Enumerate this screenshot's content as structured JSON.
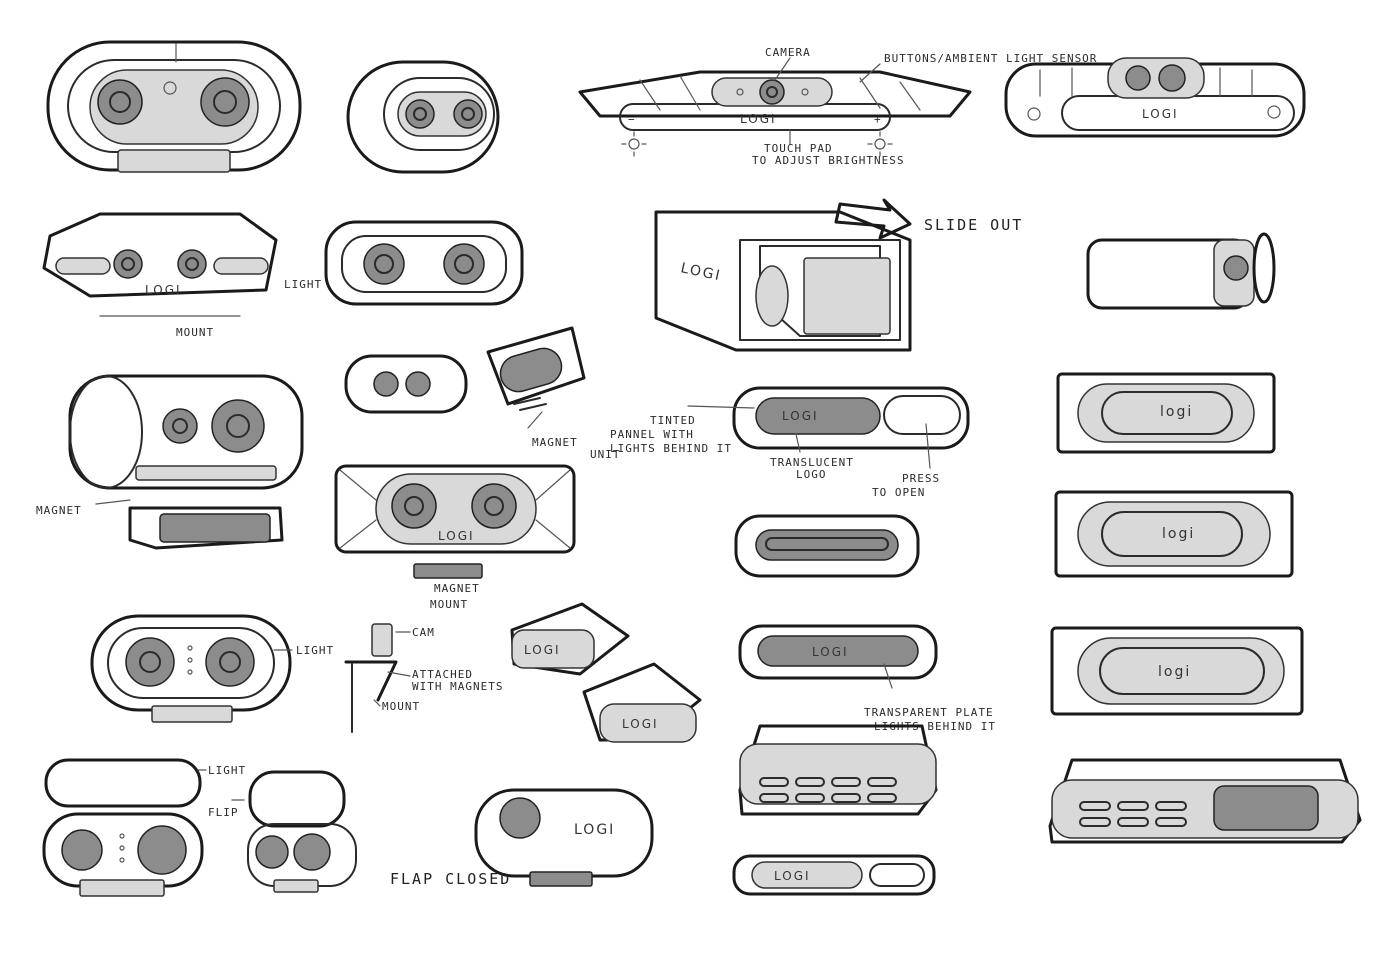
{
  "annotations": {
    "camera": "CAMERA",
    "ambient_sensor": "BUTTONS/AMBIENT LIGHT SENSOR",
    "touch_pad": "TOUCH PAD",
    "touch_pad_2": "TO ADJUST BRIGHTNESS",
    "minus": "−",
    "plus": "+",
    "light_r2": "LIGHT",
    "mount_r2": "MOUNT",
    "slide_out": "SLIDE OUT",
    "magnet_r3": "MAGNET",
    "magnet_unit": "MAGNET",
    "magnet_unit_2": "UNIT",
    "magnet_mount": "MAGNET",
    "magnet_mount_2": "MOUNT",
    "tinted": "TINTED",
    "tinted_2": "PANNEL WITH",
    "tinted_3": "LIGHTS BEHIND IT",
    "translucent": "TRANSLUCENT",
    "translucent_2": "LOGO",
    "press": "PRESS",
    "press_2": "TO OPEN",
    "light_r5": "LIGHT",
    "cam": "CAM",
    "attached": "ATTACHED",
    "attached_2": "WITH MAGNETS",
    "mount_r5": "MOUNT",
    "transparent": "TRANSPARENT PLATE",
    "transparent_2": "LIGHTS BEHIND IT",
    "light_r6": "LIGHT",
    "flip": "FLIP",
    "flap_closed": "FLAP CLOSED"
  },
  "logos": {
    "caps": "LOGI",
    "lower": "logi"
  },
  "colors": {
    "paper": "#ffffff",
    "ink": "#2b2b2b",
    "shade": "#d9d9d9"
  }
}
